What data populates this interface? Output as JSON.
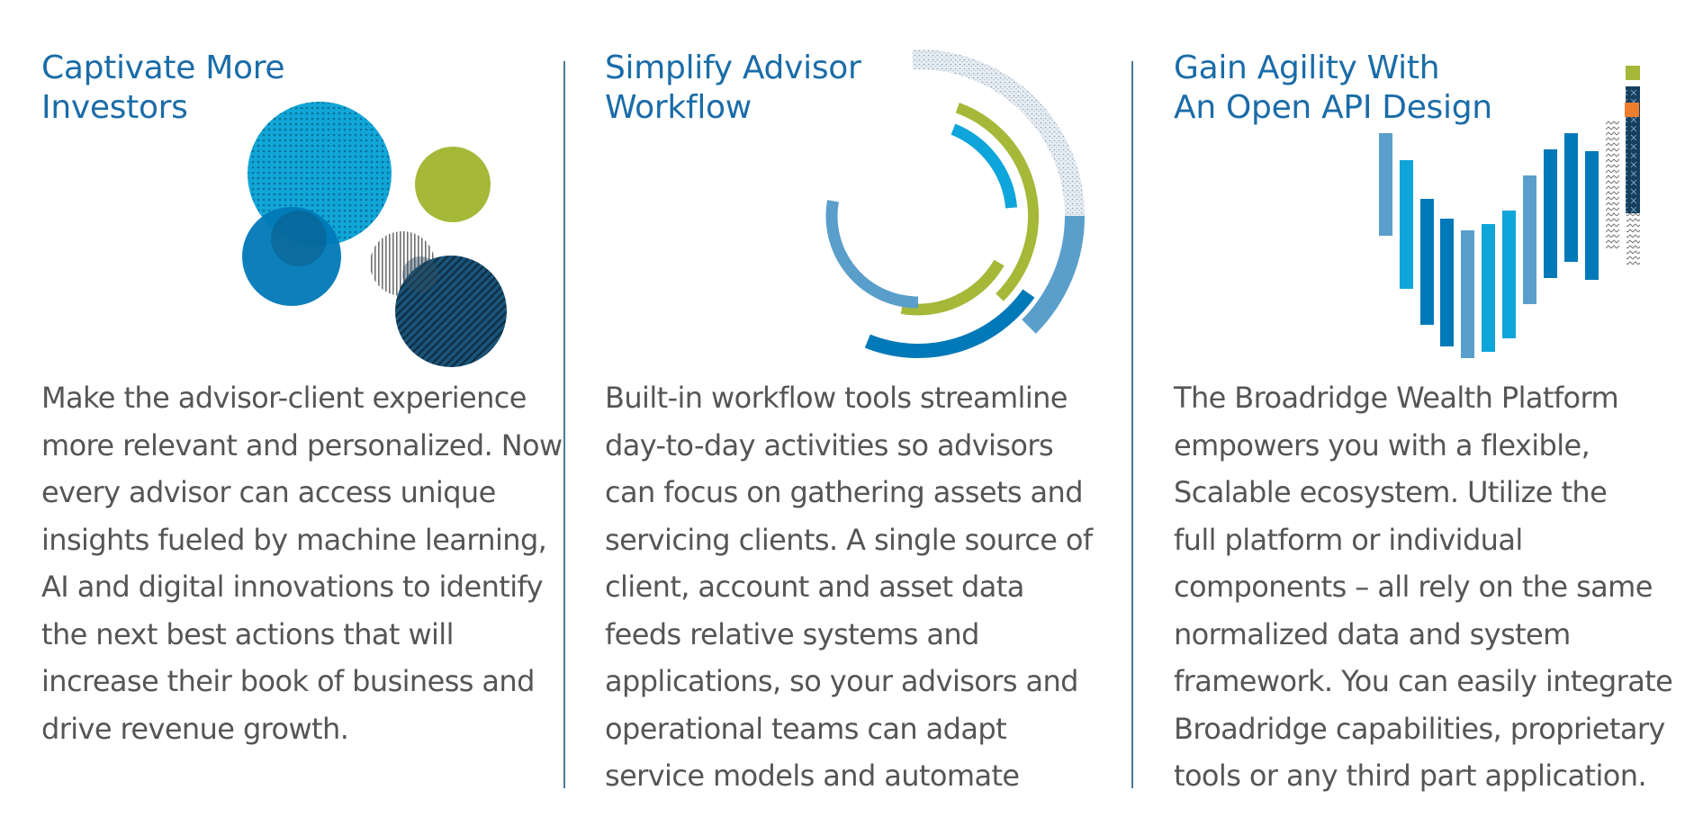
{
  "columns": [
    {
      "title_lines": [
        "Captivate More",
        "Investors"
      ],
      "body_lines": [
        "Make the advisor-client experience",
        "more relevant and personalized. Now",
        "every advisor can access unique",
        "insights fueled by machine learning,",
        "AI and digital innovations to identify",
        "the next best actions that will",
        "increase their book of business and",
        "drive revenue growth."
      ]
    },
    {
      "title_lines": [
        "Simplify Advisor",
        "Workflow"
      ],
      "body_lines": [
        "Built-in workflow tools streamline",
        "day-to-day activities so advisors",
        "can focus on gathering assets and",
        "servicing clients. A single source of",
        "client, account and asset data",
        "feeds relative systems and",
        "applications, so your advisors and",
        "operational teams can adapt",
        "service models and automate"
      ]
    },
    {
      "title_lines": [
        "Gain Agility With",
        "An Open API Design"
      ],
      "body_lines": [
        "The Broadridge Wealth Platform",
        "empowers you with a flexible,",
        "Scalable ecosystem. Utilize the",
        "full platform or individual",
        "components – all rely on the same",
        "normalized data and system",
        "framework. You can easily integrate",
        "Broadridge capabilities, proprietary",
        "tools or any third part application."
      ]
    }
  ],
  "colors": {
    "title": "#1a6ca8",
    "body": "#555555",
    "divider": "#4c7a9c",
    "sky_blue": "#0ea5da",
    "mid_blue": "#0079b8",
    "steel_blue": "#5a9fcb",
    "navy": "#13405f",
    "lime": "#a6b838",
    "orange": "#ee7d2d"
  }
}
